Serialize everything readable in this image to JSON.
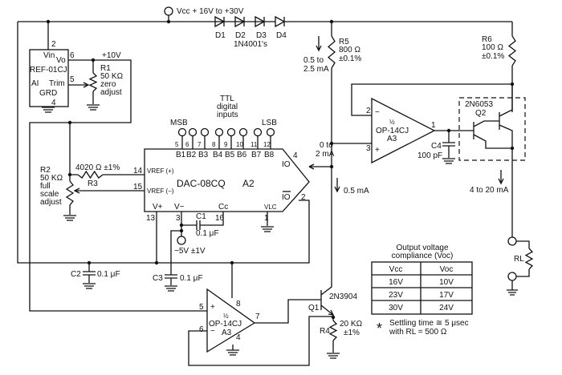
{
  "supply": {
    "label": "Vcc + 16V to +30V"
  },
  "diodes": {
    "names": [
      "D1",
      "D2",
      "D3",
      "D4"
    ],
    "part": "1N4001's"
  },
  "ref": {
    "pin_vin": "2",
    "vin": "Vin",
    "vo": "Vo",
    "pin_vo": "6",
    "name": "REF-01CJ",
    "ai": "AI",
    "trim": "Trim",
    "pin_trim": "5",
    "grd": "GRD",
    "pin_grd": "4",
    "out_label": "+10V"
  },
  "r1": {
    "name": "R1",
    "value": "50 KΩ",
    "desc1": "zero",
    "desc2": "adjust"
  },
  "r2": {
    "name": "R2",
    "value": "50 KΩ",
    "desc1": "full",
    "desc2": "scale",
    "desc3": "adjust"
  },
  "r3": {
    "name": "R3",
    "value": "4020 Ω ±1%"
  },
  "r4": {
    "name": "R4",
    "value": "20 KΩ",
    "tol": "±1%"
  },
  "r5": {
    "name": "R5",
    "value": "800 Ω",
    "tol": "±0.1%",
    "current1": "0.5 to",
    "current2": "2.5 mA"
  },
  "r6": {
    "name": "R6",
    "value": "100 Ω",
    "tol": "±0.1%"
  },
  "ttl": {
    "line1": "TTL",
    "line2": "digital",
    "line3": "inputs",
    "msb": "MSB",
    "lsb": "LSB"
  },
  "dac": {
    "name": "DAC-08CQ",
    "ref": "A2",
    "bits": [
      "B1",
      "B2",
      "B3",
      "B4",
      "B5",
      "B6",
      "B7",
      "B8"
    ],
    "bit_pins": [
      "5",
      "6",
      "7",
      "8",
      "9",
      "10",
      "11",
      "12"
    ],
    "vref_pos": "VREF (+)",
    "vref_neg": "VREF (−)",
    "pin14": "14",
    "pin15": "15",
    "vplus": "V+",
    "vminus": "V−",
    "cc": "Cc",
    "vlc": "VLC",
    "pin13": "13",
    "pin3": "3",
    "pin16": "16",
    "pin1": "1",
    "io": "IO",
    "io_bar": "IO",
    "pin4": "4",
    "pin2": "2",
    "io_current1": "0 to",
    "io_current2": "2 mA"
  },
  "c1": {
    "name": "C1",
    "value": "0.1 μF"
  },
  "c2": {
    "name": "C2",
    "value": "0.1 μF"
  },
  "c3": {
    "name": "C3",
    "value": "0.1 μF"
  },
  "c4": {
    "name": "C4",
    "value": "100 pF"
  },
  "neg_supply": {
    "label": "−5V ±1V"
  },
  "opamp_top": {
    "half": "½",
    "name": "OP-14CJ",
    "ref": "A3",
    "pin_neg": "2",
    "pin_pos": "3",
    "pin_out": "1"
  },
  "opamp_bot": {
    "half": "½",
    "name": "OP-14CJ",
    "ref": "A3",
    "pin_pos": "5",
    "pin_neg": "6",
    "pin_out": "7",
    "pin_v": "8",
    "pin_g": "4"
  },
  "q1": {
    "name": "Q1",
    "part": "2N3904"
  },
  "q2": {
    "name": "Q2",
    "part": "2N6053"
  },
  "branch_current": "0.5 mA",
  "output_current": "4 to 20 mA",
  "load": {
    "name": "RL"
  },
  "table": {
    "title1": "Output voltage",
    "title2": "compliance (Voc)",
    "headers": [
      "Vcc",
      "Voc"
    ],
    "rows": [
      [
        "16V",
        "10V"
      ],
      [
        "23V",
        "17V"
      ],
      [
        "30V",
        "24V"
      ]
    ]
  },
  "note": {
    "line1": "Settling time ≅ 5 μsec",
    "line2": "with RL = 500 Ω"
  }
}
